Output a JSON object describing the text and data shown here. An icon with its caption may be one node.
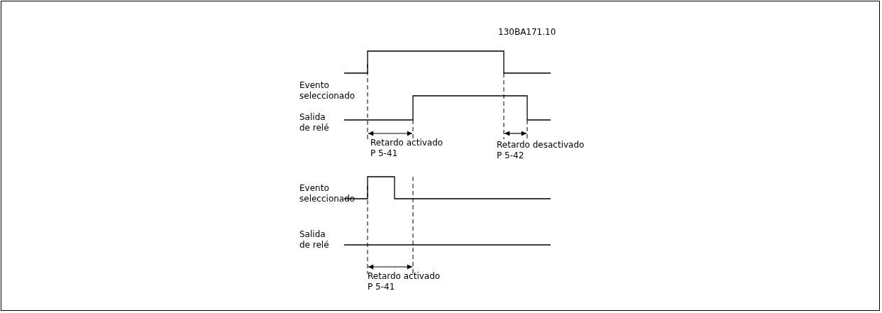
{
  "diagram": {
    "labels": [
      "130BA171.10",
      "Evento seleccionado",
      "Salida de relé",
      "Retardo activado P 5-41",
      "Retardo desactivado P 5-42",
      "Evento seleccionado",
      "Salida de relé",
      "Retardo activado P 5-41"
    ]
  }
}
